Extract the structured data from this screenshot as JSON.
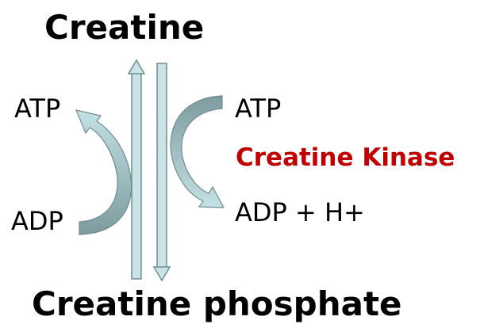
{
  "labels": {
    "top": "Creatine",
    "bottom": "Creatine phosphate",
    "left_top": "ATP",
    "left_bottom": "ADP",
    "right_top": "ATP",
    "right_bottom": "ADP + H+",
    "enzyme": "Creatine Kinase"
  },
  "colors": {
    "arrow_dark": "#7d9b9e",
    "arrow_light": "#bfdde1",
    "arrow_outline": "#6f8d91",
    "enzyme": "#c00000"
  }
}
